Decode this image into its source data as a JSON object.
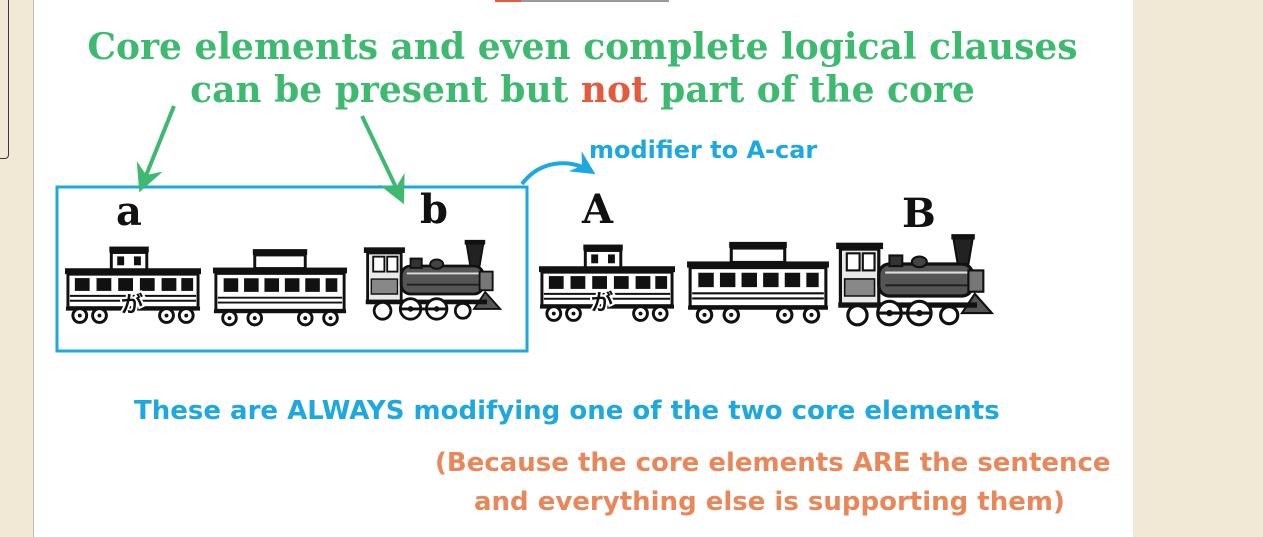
{
  "title": {
    "line1": "Core elements and even complete logical clauses",
    "line2_before": "can be present but ",
    "line2_highlight": "not",
    "line2_after": " part of the core"
  },
  "modifier_label": "modifier to A-car",
  "car_labels": {
    "a": "a",
    "b": "b",
    "A": "A",
    "B": "B"
  },
  "ga_marker": "が",
  "always_text": "These are ALWAYS modifying one of the two core elements",
  "because_line1": "(Because the core elements ARE the sentence",
  "because_line2": "and everything else is supporting them)",
  "colors": {
    "green": "#3dba6f",
    "red": "#e45a3e",
    "blue": "#1da8df",
    "orange": "#e9875a"
  },
  "icons": [
    "caboose-car-icon",
    "passenger-car-icon",
    "steam-locomotive-icon",
    "down-arrow-icon",
    "curved-arrow-icon"
  ]
}
